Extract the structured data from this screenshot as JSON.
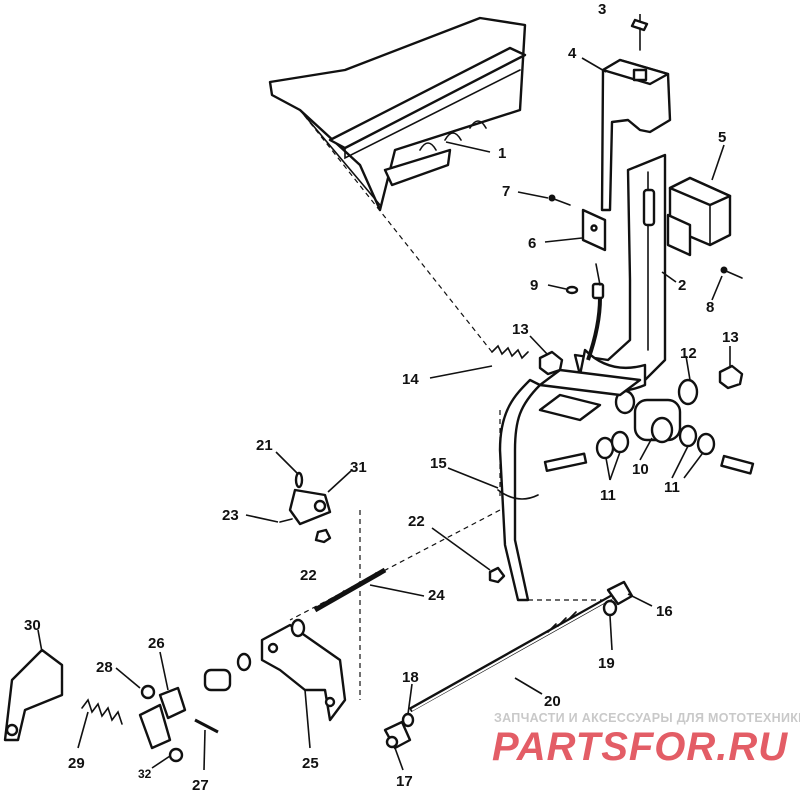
{
  "callouts": [
    {
      "id": "1",
      "text": "1"
    },
    {
      "id": "2",
      "text": "2"
    },
    {
      "id": "3",
      "text": "3"
    },
    {
      "id": "4",
      "text": "4"
    },
    {
      "id": "5",
      "text": "5"
    },
    {
      "id": "6",
      "text": "6"
    },
    {
      "id": "7",
      "text": "7"
    },
    {
      "id": "8",
      "text": "8"
    },
    {
      "id": "9",
      "text": "9"
    },
    {
      "id": "10",
      "text": "10"
    },
    {
      "id": "11a",
      "text": "11"
    },
    {
      "id": "11b",
      "text": "11"
    },
    {
      "id": "12",
      "text": "12"
    },
    {
      "id": "13a",
      "text": "13"
    },
    {
      "id": "13b",
      "text": "13"
    },
    {
      "id": "14",
      "text": "14"
    },
    {
      "id": "15",
      "text": "15"
    },
    {
      "id": "16",
      "text": "16"
    },
    {
      "id": "17",
      "text": "17"
    },
    {
      "id": "18",
      "text": "18"
    },
    {
      "id": "19",
      "text": "19"
    },
    {
      "id": "20",
      "text": "20"
    },
    {
      "id": "21",
      "text": "21"
    },
    {
      "id": "22a",
      "text": "22"
    },
    {
      "id": "22b",
      "text": "22"
    },
    {
      "id": "23",
      "text": "23"
    },
    {
      "id": "24",
      "text": "24"
    },
    {
      "id": "25",
      "text": "25"
    },
    {
      "id": "26",
      "text": "26"
    },
    {
      "id": "27",
      "text": "27"
    },
    {
      "id": "28",
      "text": "28"
    },
    {
      "id": "29",
      "text": "29"
    },
    {
      "id": "30",
      "text": "30"
    },
    {
      "id": "31",
      "text": "31"
    },
    {
      "id": "32",
      "text": "32"
    }
  ],
  "watermark": {
    "tagline": "ЗАПЧАСТИ И АКСЕССУАРЫ ДЛЯ МОТОТЕХНИКИ",
    "logo": "PARTSFOR.RU",
    "tagline_color": "#c9c9c9",
    "logo_color": "#e35d66"
  }
}
